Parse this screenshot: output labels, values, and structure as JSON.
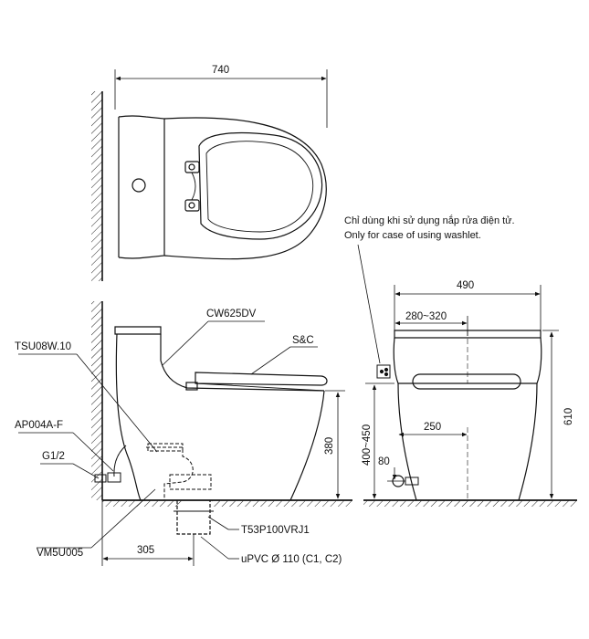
{
  "top_view": {
    "width_dim": "740"
  },
  "note": {
    "line_vi": "Chỉ dùng khi sử dụng nắp rửa điện tử.",
    "line_en": "Only for case of using washlet."
  },
  "side_view": {
    "body_model": "CW625DV",
    "seat_model": "S&C",
    "valve_model": "TSU08W.10",
    "hose_model": "AP004A-F",
    "thread_size": "G1/2",
    "base_part": "VM5U005",
    "flange_part": "T53P100VRJ1",
    "pipe_spec": "uPVC Ø 110 (C1, C2)",
    "height_dim": "380",
    "distance_dim": "305"
  },
  "front_view": {
    "width_dim": "490",
    "seat_width_dim": "280~320",
    "height_dim": "610",
    "supply_offset_dim": "250",
    "supply_height_range": "400~450",
    "supply_height_dim": "80"
  }
}
